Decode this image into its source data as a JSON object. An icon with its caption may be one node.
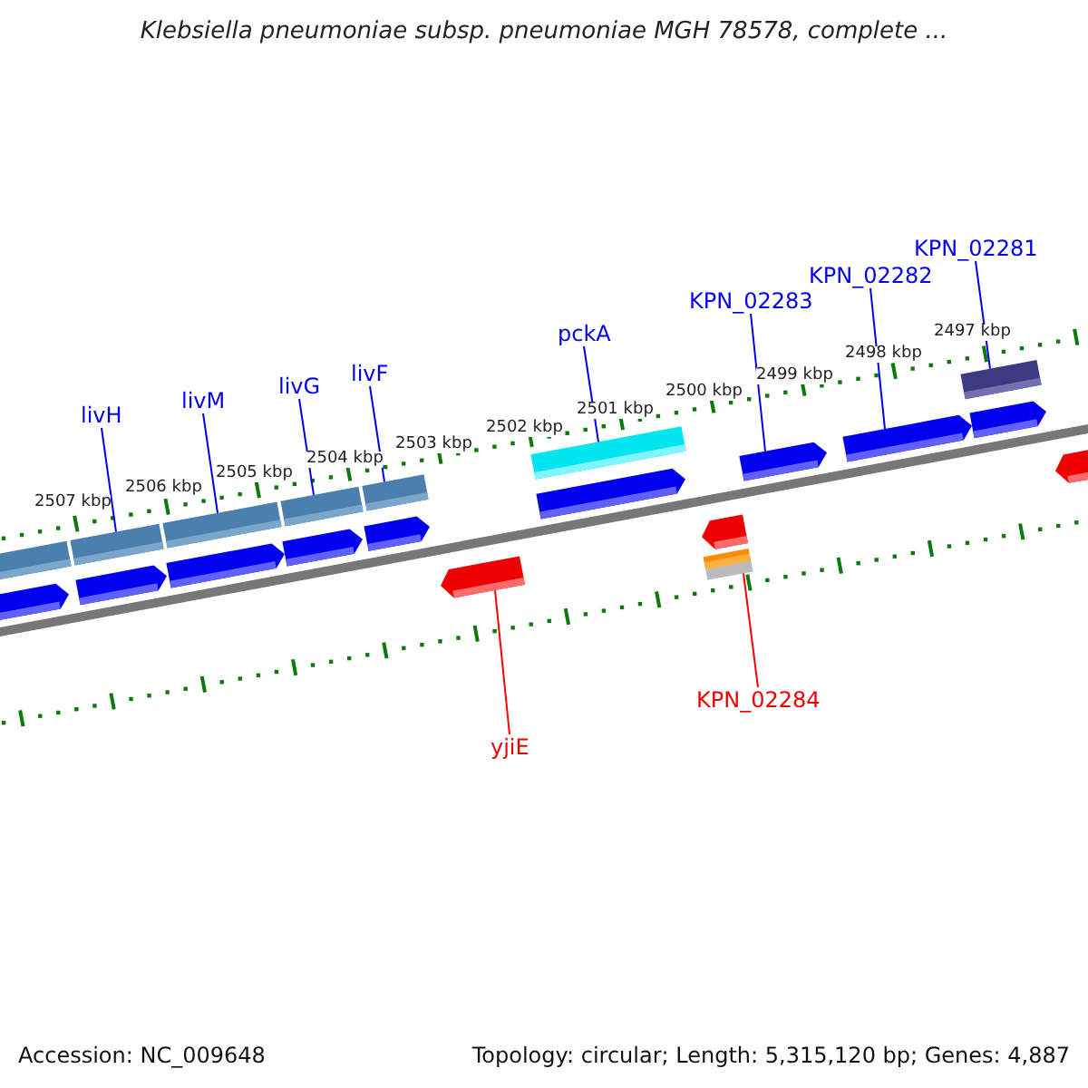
{
  "diagram": {
    "title": "Klebsiella pneumoniae subsp. pneumoniae MGH 78578, complete ...",
    "nodes": [
      {
        "text": [
          "livH"
        ]
      },
      {
        "text": [
          "livM"
        ]
      },
      {
        "text": [
          "livG"
        ]
      },
      {
        "text": [
          "livF"
        ]
      },
      {
        "text": [
          "pckA"
        ]
      },
      {
        "text": [
          "KPN_02283"
        ]
      },
      {
        "text": [
          "KPN_02282"
        ]
      },
      {
        "text": [
          "KPN_02281"
        ]
      },
      {
        "text": [
          "yjiE"
        ]
      },
      {
        "text": [
          "KPN_02284"
        ]
      },
      {
        "text": [],
        "shape": "bar"
      },
      {
        "text": [],
        "shape": "bar"
      },
      {
        "text": [],
        "shape": "bar"
      },
      {
        "text": [],
        "shape": "bar"
      },
      {
        "text": [],
        "shape": "bar"
      },
      {
        "text": [],
        "shape": "arrow"
      },
      {
        "text": [],
        "shape": "arrow"
      },
      {
        "text": [],
        "shape": "bar"
      },
      {
        "text": [],
        "shape": "arrow"
      },
      {
        "text": [],
        "shape": "bar"
      },
      {
        "text": [],
        "shape": "bar"
      },
      {
        "text": [],
        "shape": "arrow"
      },
      {
        "text": [],
        "shape": "arrow"
      },
      {
        "text": [],
        "shape": "arrow"
      },
      {
        "text": [],
        "shape": "arrow"
      },
      {
        "text": [],
        "shape": "arrow"
      },
      {
        "text": [],
        "shape": "arrow"
      },
      {
        "text": [],
        "shape": "arrow"
      },
      {
        "text": [],
        "shape": "arrow"
      },
      {
        "text": [],
        "shape": "arrow"
      }
    ],
    "edges": [
      {
        "from": 0,
        "to": 10,
        "arrow": "none"
      },
      {
        "from": 1,
        "to": 11,
        "arrow": "none"
      },
      {
        "from": 2,
        "to": 12,
        "arrow": "none"
      },
      {
        "from": 3,
        "to": 13,
        "arrow": "none"
      },
      {
        "from": 4,
        "to": 14,
        "arrow": "none"
      },
      {
        "from": 5,
        "to": 15,
        "arrow": "none"
      },
      {
        "from": 6,
        "to": 16,
        "arrow": "none"
      },
      {
        "from": 7,
        "to": 17,
        "arrow": "none"
      },
      {
        "from": 8,
        "to": 18,
        "arrow": "none",
        "color": "#ff0000"
      },
      {
        "from": 9,
        "to": 19,
        "arrow": "none",
        "color": "#ff0000"
      }
    ],
    "labels": [
      "2497 kbp",
      "2498 kbp",
      "2499 kbp",
      "2500 kbp",
      "2501 kbp",
      "2502 kbp",
      "2503 kbp",
      "2504 kbp",
      "2505 kbp",
      "2506 kbp",
      "2507 kbp",
      "Accession: NC_009648",
      "Topology: circular; Length: 5,315,120 bp; Genes: 4,887"
    ]
  }
}
